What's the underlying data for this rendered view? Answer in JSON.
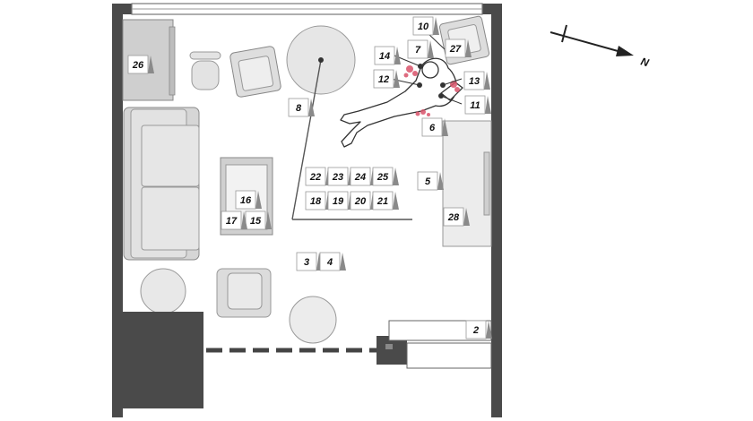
{
  "compass": {
    "label": "N"
  },
  "evidence_markers": [
    "2",
    "3",
    "4",
    "5",
    "6",
    "7",
    "8",
    "10",
    "11",
    "12",
    "13",
    "14",
    "15",
    "16",
    "17",
    "18",
    "19",
    "20",
    "21",
    "22",
    "23",
    "24",
    "25",
    "26",
    "27",
    "28"
  ]
}
